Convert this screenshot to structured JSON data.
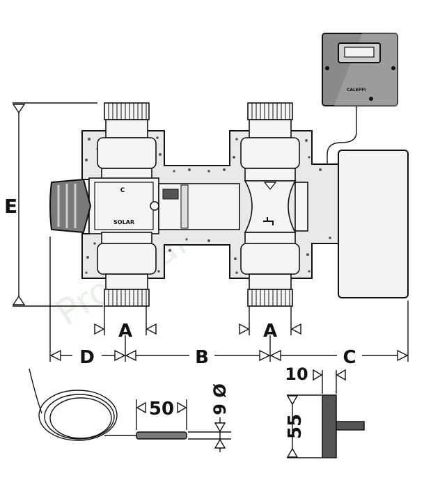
{
  "labels": {
    "dim_a_left": "A",
    "dim_a_right": "A",
    "dim_b": "B",
    "dim_c": "C",
    "dim_d": "D",
    "dim_e": "E",
    "dim_10": "10",
    "dim_50": "50",
    "dim_55": "55",
    "dim_9d": "9 Ø",
    "valve_letter": "C",
    "valve_brand": "SOLAR",
    "controller_brand": "CALEFFI"
  },
  "watermark": "ProSolarPaca"
}
